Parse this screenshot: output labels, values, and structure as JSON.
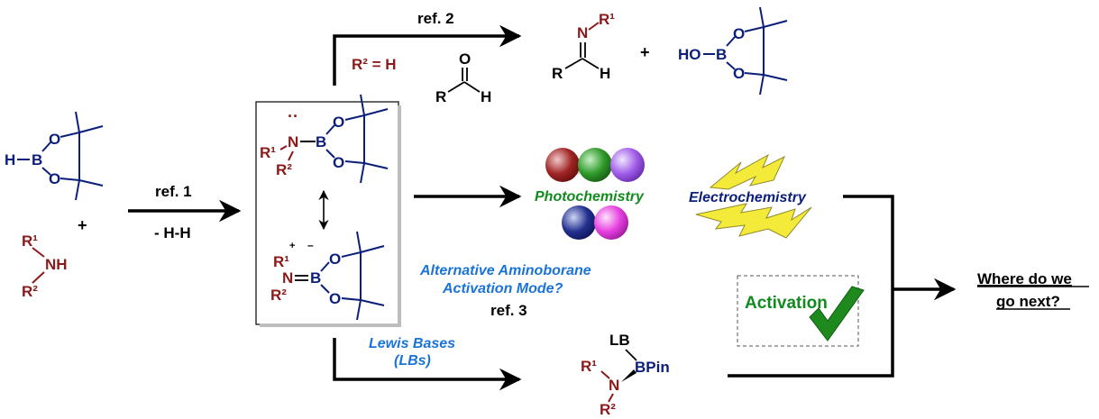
{
  "labels": {
    "ref1": "ref. 1",
    "minus_hh": "- H-H",
    "plus": "+",
    "ref2": "ref. 2",
    "r2_equals_h": "R² = H",
    "ref3": "ref. 3",
    "alt_line1": "Alternative Aminoborane",
    "alt_line2": "Activation Mode?",
    "photochemistry": "Photochemistry",
    "electrochemistry": "Electrochemistry",
    "lewis_line1": "Lewis Bases",
    "lewis_line2": "(LBs)",
    "activation": "Activation",
    "where_line1": "Where do we",
    "where_line2": "go next?"
  },
  "atoms": {
    "H": "H",
    "B": "B",
    "O": "O",
    "N": "N",
    "NH": "NH",
    "R": "R",
    "R1": "R¹",
    "R2": "R²",
    "HO": "HO",
    "LB": "LB",
    "BPin": "BPin"
  },
  "colors": {
    "amine_red": "#8b1a1a",
    "boron_blue": "#0b1f7a",
    "italic_blue": "#1a73d9",
    "activation_green": "#138a1f",
    "bolt_yellow": "#f4ea3a"
  }
}
